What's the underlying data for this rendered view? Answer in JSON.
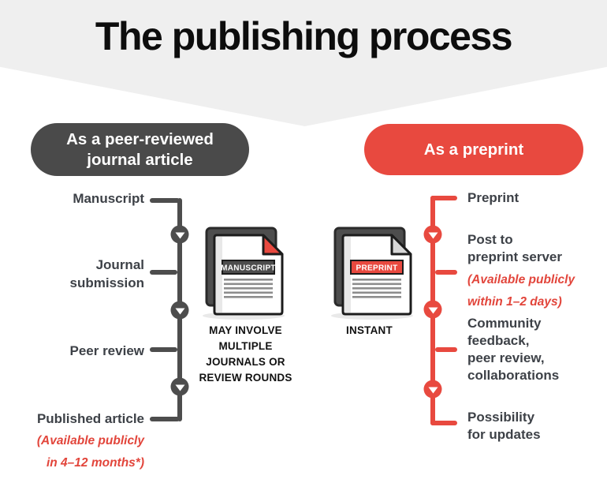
{
  "title": "The publishing process",
  "journal": {
    "heading_line1": "As a peer-reviewed",
    "heading_line2": "journal article",
    "step_manuscript": "Manuscript",
    "step_submission_line1": "Journal",
    "step_submission_line2": "submission",
    "step_peer_review": "Peer review",
    "step_published": "Published article",
    "availability_line1": "(Available publicly",
    "availability_line2": "in 4–12 months*)",
    "doc_badge": "MANUSCRIPT",
    "caption_line1": "MAY INVOLVE",
    "caption_line2": "MULTIPLE",
    "caption_line3": "JOURNALS OR",
    "caption_line4": "REVIEW ROUNDS"
  },
  "preprint": {
    "heading": "As a preprint",
    "step_preprint": "Preprint",
    "step_post_line1": "Post to",
    "step_post_line2": "preprint server",
    "availability_line1": "(Available publicly",
    "availability_line2": "within 1–2 days)",
    "step_community_line1": "Community",
    "step_community_line2": "feedback,",
    "step_community_line3": "peer review,",
    "step_community_line4": "collaborations",
    "step_updates_line1": "Possibility",
    "step_updates_line2": "for updates",
    "doc_badge": "PREPRINT",
    "caption": "INSTANT"
  },
  "colors": {
    "journal_accent": "#4a4a4a",
    "preprint_accent": "#e8493f",
    "banner_background": "#efefef",
    "step_label_text": "#3d4147",
    "availability_text": "#e2453b"
  }
}
